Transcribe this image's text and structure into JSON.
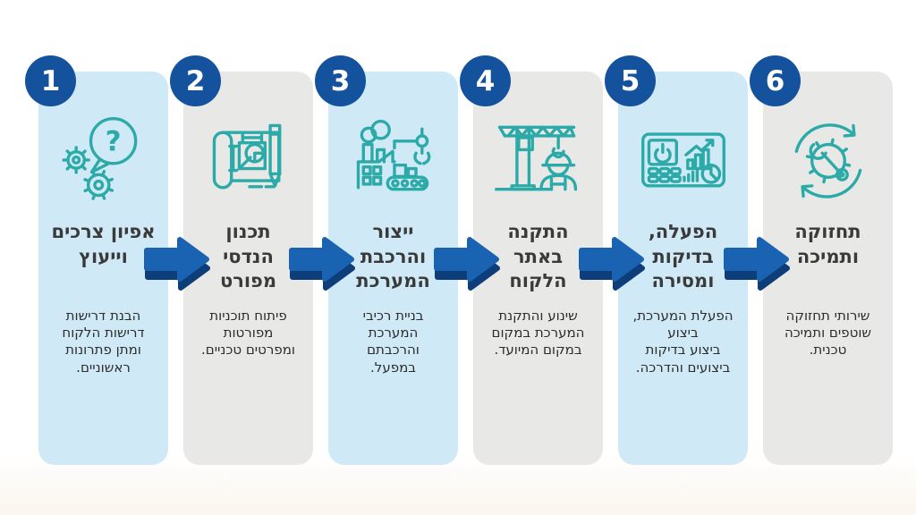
{
  "infographic": {
    "language": "he",
    "colors": {
      "step_circle": "#14529e",
      "arrow_face": "#1a63b2",
      "arrow_shadow": "#0d3e79",
      "panel_blue": "#cfe9f6",
      "panel_gray": "#e8e8e6",
      "icon_stroke": "#2baaa8",
      "title_text": "#3a3a3a",
      "body_text": "#2d2d2d",
      "background": "#ffffff"
    },
    "steps": [
      {
        "number": "1",
        "tone": "blue",
        "icon": "consulting-question-gears-icon",
        "title": "אפיון צרכים\nוייעוץ",
        "description": "הבנת דרישות\nדרישות הלקוח\nומתן פתרונות\nראשוניים."
      },
      {
        "number": "2",
        "tone": "gray",
        "icon": "blueprint-pencil-icon",
        "title": "תכנון\nהנדסי\nמפורט",
        "description": "פיתוח תוכניות\nמפורטות\nומפרטים טכניים."
      },
      {
        "number": "3",
        "tone": "blue",
        "icon": "factory-robotic-arm-icon",
        "title": "ייצור\nוהרכבת\nהמערכת",
        "description": "בניית רכיבי\nהמערכת\nוהרכבתם\nבמפעל."
      },
      {
        "number": "4",
        "tone": "gray",
        "icon": "crane-worker-icon",
        "title": "התקנה\nבאתר\nהלקוח",
        "description": "שינוע והתקנת\nהמערכת במקום\nבמקום המיועד."
      },
      {
        "number": "5",
        "tone": "blue",
        "icon": "control-panel-charts-icon",
        "title": "הפעלה,\nבדיקות\nומסירה",
        "description": "הפעלת המערכת,\nביצוע\nביצוע בדיקות\nביצועים והדרכה."
      },
      {
        "number": "6",
        "tone": "gray",
        "icon": "gear-wrench-cycle-icon",
        "title": "תחזוקה\nותמיכה",
        "description": "שירותי תחזוקה\nשוטפים ותמיכה\nטכנית."
      }
    ]
  }
}
